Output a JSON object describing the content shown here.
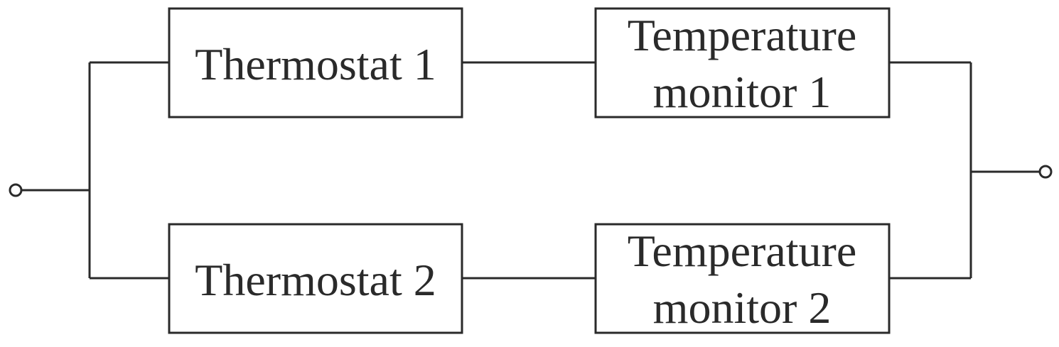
{
  "diagram": {
    "blocks": {
      "thermostat_1": {
        "label": "Thermostat 1"
      },
      "thermostat_2": {
        "label": "Thermostat 2"
      },
      "temperature_monitor_1": {
        "line1": "Temperature",
        "line2": "monitor 1"
      },
      "temperature_monitor_2": {
        "line1": "Temperature",
        "line2": "monitor 2"
      }
    },
    "line_color": "#2a2a2a"
  }
}
